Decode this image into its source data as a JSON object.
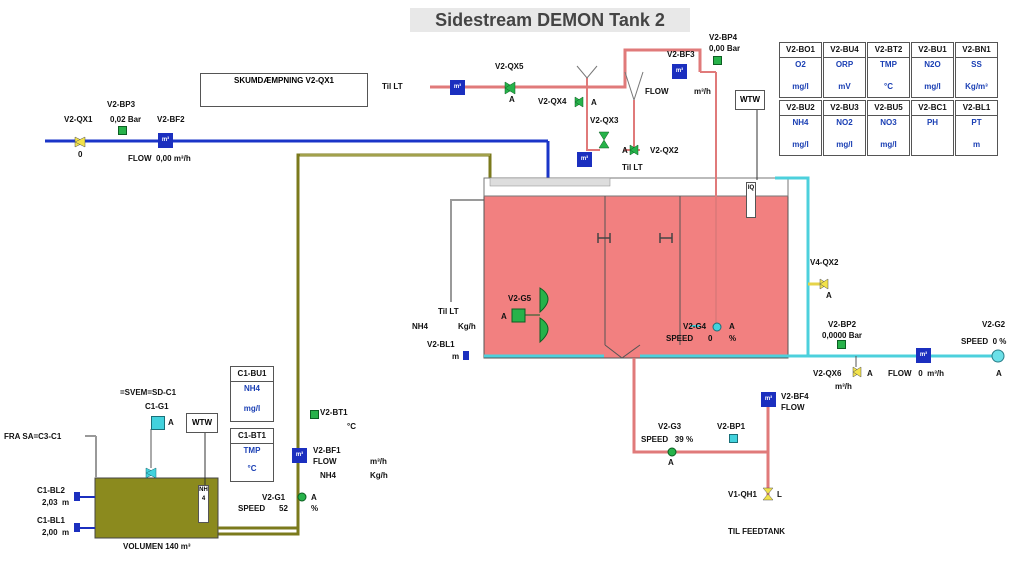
{
  "title": "Sidestream DEMON Tank 2",
  "labels": {
    "skum": "SKUMDÆMPNING V2-QX1",
    "qx1": "V2-QX1",
    "qx1_val": "0",
    "bp3": "V2-BP3",
    "bp3_val": "0,02",
    "bp3_unit": "Bar",
    "bf2": "V2-BF2",
    "flow_top": "FLOW",
    "flow_top_val": "0,00",
    "flow_top_unit": "m³/h",
    "til_lt_top": "Til LT",
    "qx5": "V2-QX5",
    "qx5_a": "A",
    "qx4": "V2-QX4",
    "qx4_a": "A",
    "qx3": "V2-QX3",
    "qx2": "V2-QX2",
    "qx2_a": "A",
    "til_lt_mid": "Til LT",
    "bf3": "V2-BF3",
    "bp4": "V2-BP4",
    "bp4_val": "0,00",
    "bp4_unit": "Bar",
    "flow_bf3": "FLOW",
    "flow_bf3_unit": "m³/h",
    "wtw": "WTW",
    "til_lt_left": "Til LT",
    "nh4_left": "NH4",
    "kgh_left": "Kg/h",
    "bl1": "V2-BL1",
    "bl1_unit": "m",
    "g5": "V2-G5",
    "g5_a": "A",
    "g4": "V2-G4",
    "g4_a": "A",
    "g4_speed": "SPEED",
    "g4_val": "0",
    "g4_unit": "%",
    "qx2_v4": "V4-QX2",
    "qx2_v4_a": "A",
    "bp2": "V2-BP2",
    "bp2_val": "0,0000",
    "bp2_unit": "Bar",
    "g2": "V2-G2",
    "g2_speed": "SPEED",
    "g2_val": "0",
    "g2_unit": "%",
    "g2_a": "A",
    "qx6": "V2-QX6",
    "qx6_a": "A",
    "flow_right": "FLOW",
    "flow_right_val": "0",
    "flow_right_unit": "m³/h",
    "bf4": "V2-BF4",
    "bf4_flow": "FLOW",
    "bf4_unit": "m³/h",
    "g3": "V2-G3",
    "g3_speed": "SPEED",
    "g3_val": "39",
    "g3_unit": "%",
    "g3_a": "A",
    "bp1": "V2-BP1",
    "qh1": "V1-QH1",
    "qh1_l": "L",
    "til_feed": "TIL FEEDTANK",
    "bt1": "V2-BT1",
    "bt1_unit": "°C",
    "bf1": "V2-BF1",
    "bf1_flow": "FLOW",
    "bf1_flow_unit": "m³/h",
    "bf1_nh4": "NH4",
    "bf1_nh4_unit": "Kg/h",
    "g1": "V2-G1",
    "g1_a": "A",
    "g1_speed": "SPEED",
    "g1_val": "52",
    "g1_unit": "%",
    "svem": "=SVEM=SD-C1",
    "c1g1": "C1-G1",
    "c1g1_a": "A",
    "wtw_c1": "WTW",
    "fra_sa": "FRA SA=C3-C1",
    "c1bl2": "C1-BL2",
    "c1bl2_val": "2,03",
    "c1bl2_unit": "m",
    "c1bl1": "C1-BL1",
    "c1bl1_val": "2,00",
    "c1bl1_unit": "m",
    "volumen": "VOLUMEN 140 m³",
    "nh4_vertical": "NH4",
    "meter_glyph": "m³",
    "iq": "IQ"
  },
  "c1_boxes": [
    {
      "id": "C1-BU1",
      "param": "NH4",
      "unit": "mg/l"
    },
    {
      "id": "C1-BT1",
      "param": "TMP",
      "unit": "°C"
    }
  ],
  "instrument_grid": [
    [
      {
        "id": "V2-BO1",
        "param": "O2",
        "unit": "mg/l"
      },
      {
        "id": "V2-BU4",
        "param": "ORP",
        "unit": "mV"
      },
      {
        "id": "V2-BT2",
        "param": "TMP",
        "unit": "°C"
      },
      {
        "id": "V2-BU1",
        "param": "N2O",
        "unit": "mg/l"
      },
      {
        "id": "V2-BN1",
        "param": "SS",
        "unit": "Kg/m³"
      }
    ],
    [
      {
        "id": "V2-BU2",
        "param": "NH4",
        "unit": "mg/l"
      },
      {
        "id": "V2-BU3",
        "param": "NO2",
        "unit": "mg/l"
      },
      {
        "id": "V2-BU5",
        "param": "NO3",
        "unit": "mg/l"
      },
      {
        "id": "V2-BC1",
        "param": "PH",
        "unit": ""
      },
      {
        "id": "V2-BL1",
        "param": "PT",
        "unit": "m"
      }
    ]
  ],
  "colors": {
    "tank_fill": "#f28080",
    "blue_pipe": "#1a35c8",
    "olive_pipe": "#7b7a1c",
    "olive_tank": "#8b8a1e",
    "red_pipe": "#e07a7a",
    "cyan_pipe": "#4cd0dc",
    "grey_pipe": "#9a9a9a"
  }
}
